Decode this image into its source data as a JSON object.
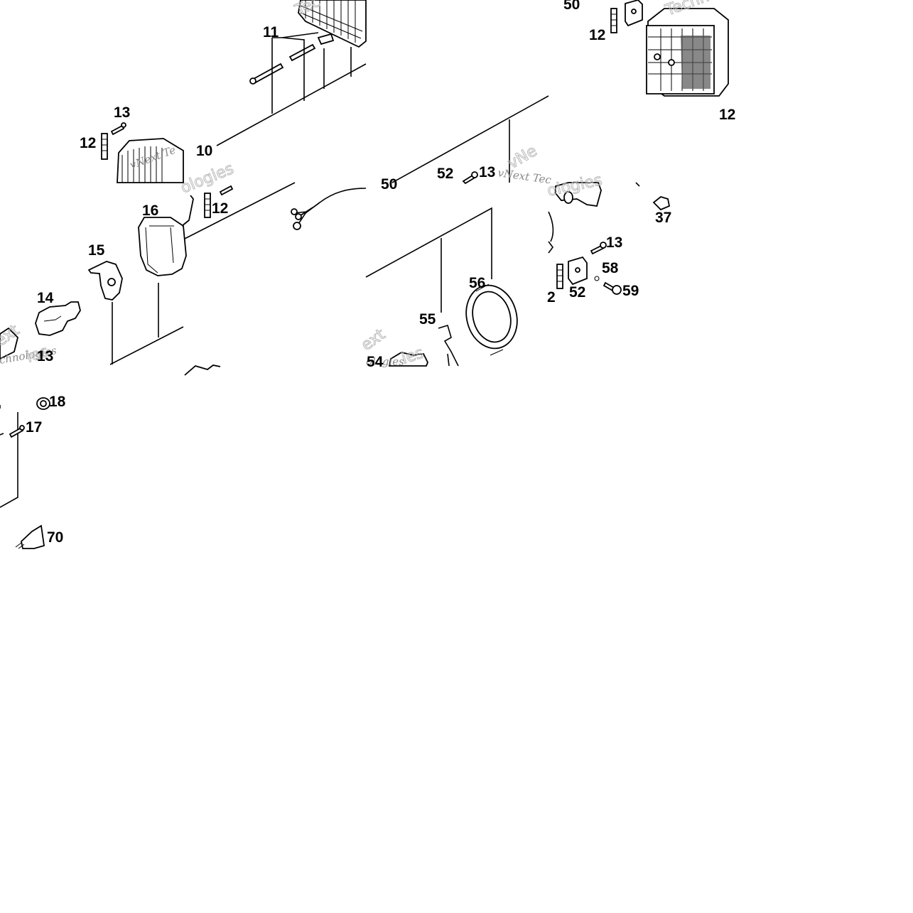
{
  "diagram": {
    "callouts": [
      "11",
      "13",
      "12",
      "10",
      "12",
      "16",
      "15",
      "14",
      "13",
      "18",
      "17",
      "70",
      "50",
      "12",
      "12",
      "52",
      "13",
      "37",
      "13",
      "58",
      "52",
      "59",
      "2",
      "56",
      "55",
      "54",
      "50"
    ],
    "watermarks": [
      "vNext Technologies",
      "vNext Technologies",
      "Technologies",
      "vNext Te",
      "ext",
      "nologies",
      "ext",
      "ologies",
      "vNext Tech",
      "Technologies"
    ]
  }
}
